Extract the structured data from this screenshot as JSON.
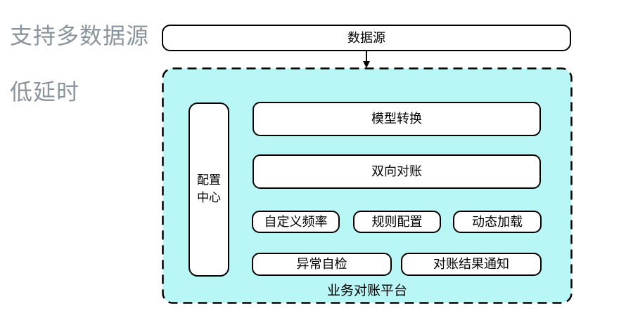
{
  "page": {
    "background": "#ffffff"
  },
  "side_labels": {
    "multi_source": "支持多数据源",
    "low_latency": "低延时",
    "text_color": "#8a949d"
  },
  "flow": {
    "data_source": {
      "label": "数据源"
    },
    "arrow_icon": "↓",
    "platform": {
      "label": "业务对账平台",
      "fill": "#b9f7f7",
      "border_color": "#000000",
      "modules": {
        "config_center": "配置中心",
        "model_transform": "模型转换",
        "bidirectional_reconciliation": "双向对账",
        "custom_frequency": "自定义频率",
        "rule_config": "规则配置",
        "dynamic_loading": "动态加载",
        "exception_self_check": "异常自检",
        "reconciliation_result_notification": "对账结果通知"
      }
    }
  }
}
